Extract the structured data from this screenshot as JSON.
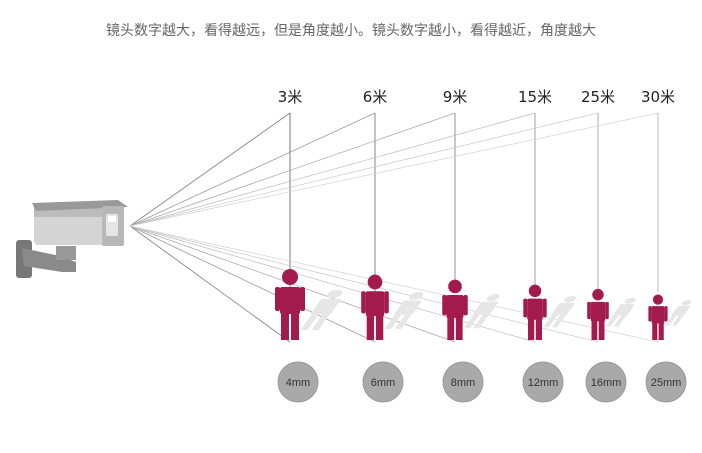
{
  "caption": "镜头数字越大，看得越远，但是角度越小。镜头数字越小，看得越近，角度越大",
  "stations": [
    {
      "distance": "3米",
      "lens": "4mm"
    },
    {
      "distance": "6米",
      "lens": "6mm"
    },
    {
      "distance": "9米",
      "lens": "8mm"
    },
    {
      "distance": "15米",
      "lens": "12mm"
    },
    {
      "distance": "25米",
      "lens": "16mm"
    },
    {
      "distance": "30米",
      "lens": "25mm"
    }
  ],
  "colors": {
    "person": "#a31a4c",
    "shadow": "#e6e6e6",
    "lens_circle": "#a9a9a9",
    "camera_body": "#cfcfcf",
    "camera_dark": "#777777"
  },
  "icons": {
    "camera": "cctv-camera-icon",
    "person": "person-icon"
  }
}
